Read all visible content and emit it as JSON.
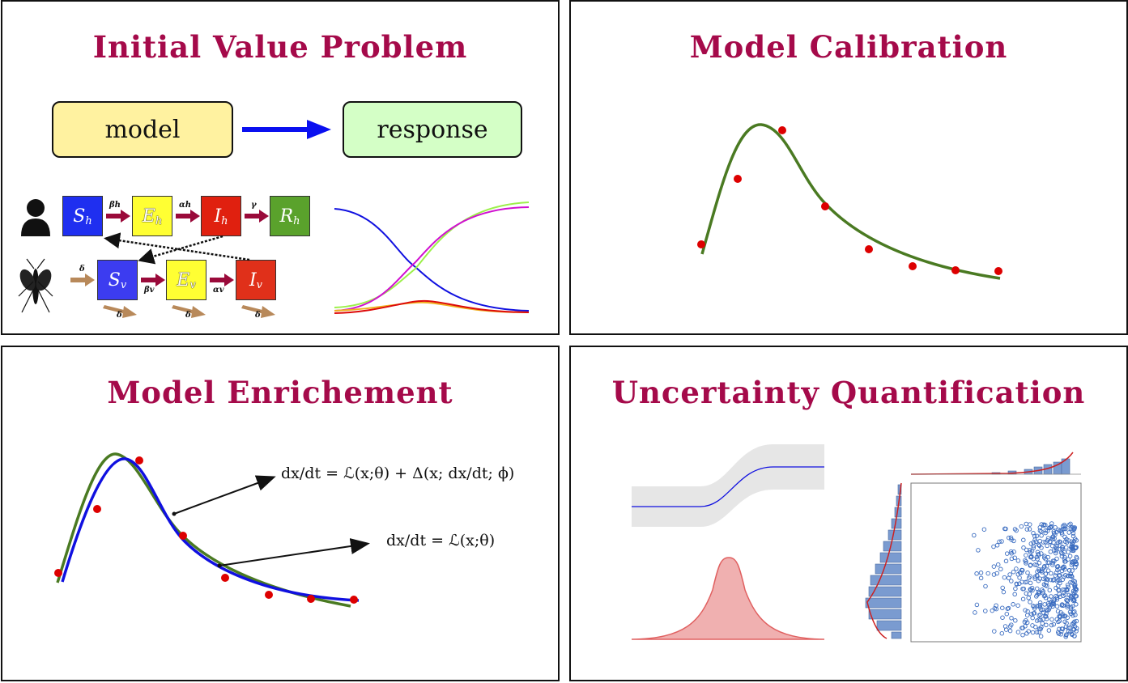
{
  "panels": {
    "ivp": {
      "title": "Initial Value Problem",
      "model_label": "model",
      "response_label": "response",
      "host_compartments": [
        {
          "label": "S",
          "sub": "h",
          "color": "#1f2ff0"
        },
        {
          "label": "E",
          "sub": "h",
          "color": "#ffff33"
        },
        {
          "label": "I",
          "sub": "h",
          "color": "#e0200f"
        },
        {
          "label": "R",
          "sub": "h",
          "color": "#5aa22c"
        }
      ],
      "vector_compartments": [
        {
          "label": "S",
          "sub": "v",
          "color": "#3c3cf0"
        },
        {
          "label": "E",
          "sub": "v",
          "color": "#ffff33"
        },
        {
          "label": "I",
          "sub": "v",
          "color": "#e0301a"
        }
      ],
      "host_rates": [
        "βh",
        "αh",
        "γ"
      ],
      "vector_rates": [
        "βv",
        "αv"
      ],
      "death_rate": "δ",
      "model_box_color": "#fff2a0",
      "response_box_color": "#d4ffc6"
    },
    "calibration": {
      "title": "Model Calibration"
    },
    "enrichment": {
      "title": "Model Enrichement",
      "eq_enriched": "dx/dt = ℒ(x;θ) + Δ(x; dx/dt; ϕ)",
      "eq_base": "dx/dt = ℒ(x;θ)"
    },
    "uq": {
      "title": "Uncertainty Quantification"
    }
  },
  "colors": {
    "title": "#a50a4a",
    "fit_curve": "#4a7a22",
    "data_point": "#dd0000",
    "enriched_curve": "#1010e0",
    "arrow_blue": "#0a10f0",
    "rate_arrow": "#9a0a3a",
    "death_arrow": "#b8895a"
  }
}
